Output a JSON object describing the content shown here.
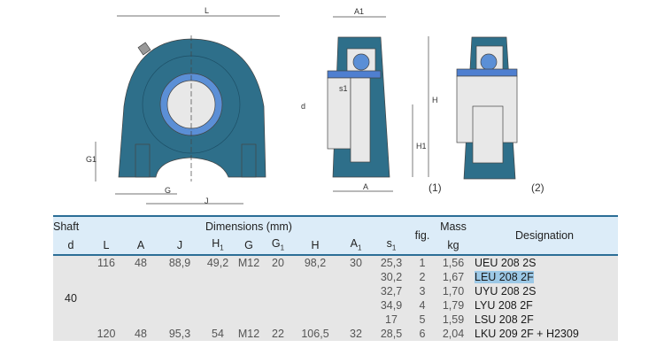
{
  "drawing": {
    "dim_labels": [
      "L",
      "A1",
      "d",
      "s1",
      "H",
      "H1",
      "A",
      "G1",
      "G",
      "J"
    ],
    "fig_labels": [
      "(1)",
      "(2)"
    ]
  },
  "table": {
    "header_top": {
      "shaft": "Shaft",
      "dimensions": "Dimensions (mm)",
      "fig": "fig.",
      "mass": "Mass",
      "designation": "Designation"
    },
    "header_sub": {
      "d": "d",
      "L": "L",
      "A": "A",
      "J": "J",
      "H1": "H",
      "G": "G",
      "G1": "G",
      "H": "H",
      "A1": "A",
      "s1": "s",
      "sub1": "1",
      "mass_unit": "kg"
    },
    "shaft_d": "40",
    "rows": [
      {
        "L": "116",
        "A": "48",
        "J": "88,9",
        "H1": "49,2",
        "G": "M12",
        "G1": "20",
        "H": "98,2",
        "A1": "30",
        "s1": "25,3",
        "fig": "1",
        "mass": "1,56",
        "designation": "UEU 208 2S"
      },
      {
        "L": "",
        "A": "",
        "J": "",
        "H1": "",
        "G": "",
        "G1": "",
        "H": "",
        "A1": "",
        "s1": "30,2",
        "fig": "2",
        "mass": "1,67",
        "designation": "LEU 208 2F"
      },
      {
        "L": "",
        "A": "",
        "J": "",
        "H1": "",
        "G": "",
        "G1": "",
        "H": "",
        "A1": "",
        "s1": "32,7",
        "fig": "3",
        "mass": "1,70",
        "designation": "UYU 208 2S"
      },
      {
        "L": "",
        "A": "",
        "J": "",
        "H1": "",
        "G": "",
        "G1": "",
        "H": "",
        "A1": "",
        "s1": "34,9",
        "fig": "4",
        "mass": "1,79",
        "designation": "LYU 208 2F"
      },
      {
        "L": "",
        "A": "",
        "J": "",
        "H1": "",
        "G": "",
        "G1": "",
        "H": "",
        "A1": "",
        "s1": "17",
        "fig": "5",
        "mass": "1,59",
        "designation": "LSU 208 2F"
      },
      {
        "L": "120",
        "A": "48",
        "J": "95,3",
        "H1": "54",
        "G": "M12",
        "G1": "22",
        "H": "106,5",
        "A1": "32",
        "s1": "28,5",
        "fig": "6",
        "mass": "2,04",
        "designation": "LKU 209 2F + H2309"
      }
    ]
  }
}
